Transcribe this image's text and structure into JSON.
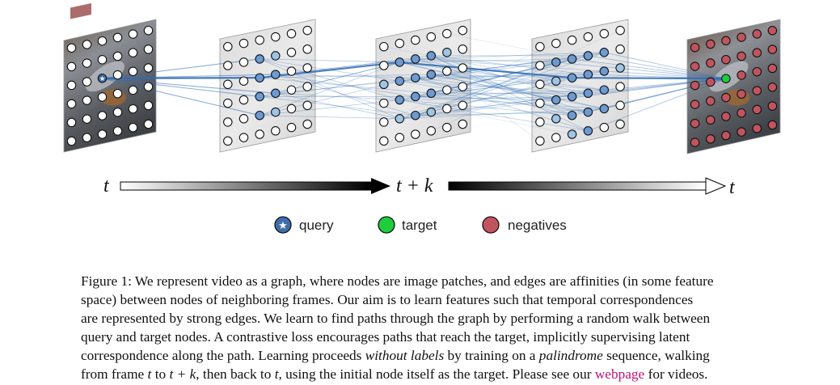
{
  "timeline": {
    "start": "t",
    "middle": "t + k",
    "end": "t"
  },
  "legend": {
    "query": "query",
    "target": "target",
    "negatives": "negatives"
  },
  "colors": {
    "query": "#3e6eaa",
    "target": "#1fcc3c",
    "negative": "#c2545f",
    "edge": "#2f6cb5",
    "visited_node": "#6c9ad2",
    "light_node": "#9ec5e6"
  },
  "caption": {
    "figure_label": "Figure 1:",
    "l1": "We represent video as a graph, where nodes are image patches, and edges are affinities (in some feature",
    "l2": "space) between nodes of neighboring frames. Our aim is to learn features such that temporal correspondences",
    "l3": "are represented by strong edges. We learn to find paths through the graph by performing a random walk between",
    "l4": "query and target nodes. A contrastive loss encourages paths that reach the target, implicitly supervising latent",
    "l5a": "correspondence along the path. Learning proceeds",
    "l5b": "without labels",
    "l5c": "by training on a",
    "l5d": "palindrome",
    "l5e": "sequence, walking",
    "l6a": "from frame",
    "l6b": "t",
    "l6c": "to",
    "l6d": "t + k",
    "l6e": ", then back to",
    "l6f": "t",
    "l6g": ", using the initial node itself as the target. Please see our",
    "l6h": "webpage",
    "l6i": "for videos."
  }
}
